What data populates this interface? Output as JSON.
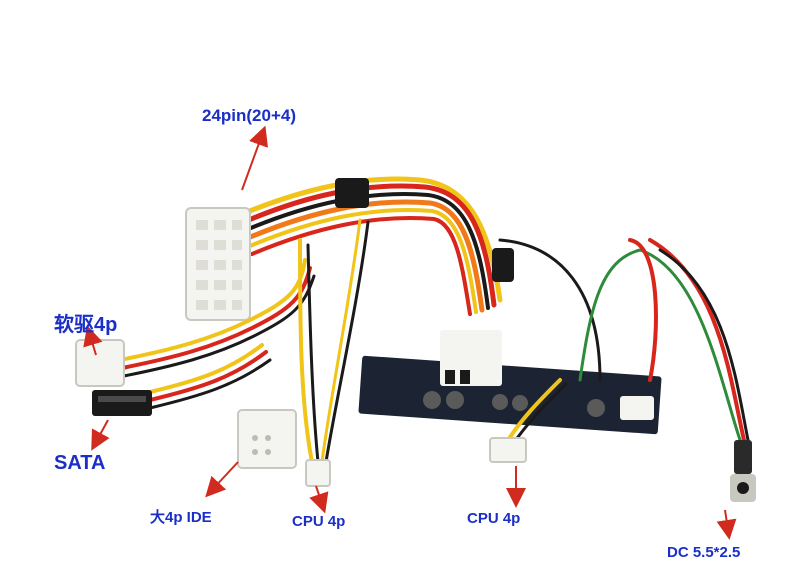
{
  "labels": {
    "pin24": "24pin(20+4)",
    "floppy": "软驱4p",
    "sata": "SATA",
    "ide": "大4p IDE",
    "cpu_left": "CPU 4p",
    "cpu_right": "CPU 4p",
    "dc": "DC 5.5*2.5"
  },
  "colors": {
    "label_text": "#1a2fc8",
    "arrow": "#d12a1e",
    "wire_yellow": "#f0c419",
    "wire_red": "#d8261c",
    "wire_orange": "#f07a1a",
    "wire_black": "#1a1a1a",
    "wire_green": "#2e8b3a",
    "board": "#1c2433",
    "connector": "#f4f4f0"
  }
}
